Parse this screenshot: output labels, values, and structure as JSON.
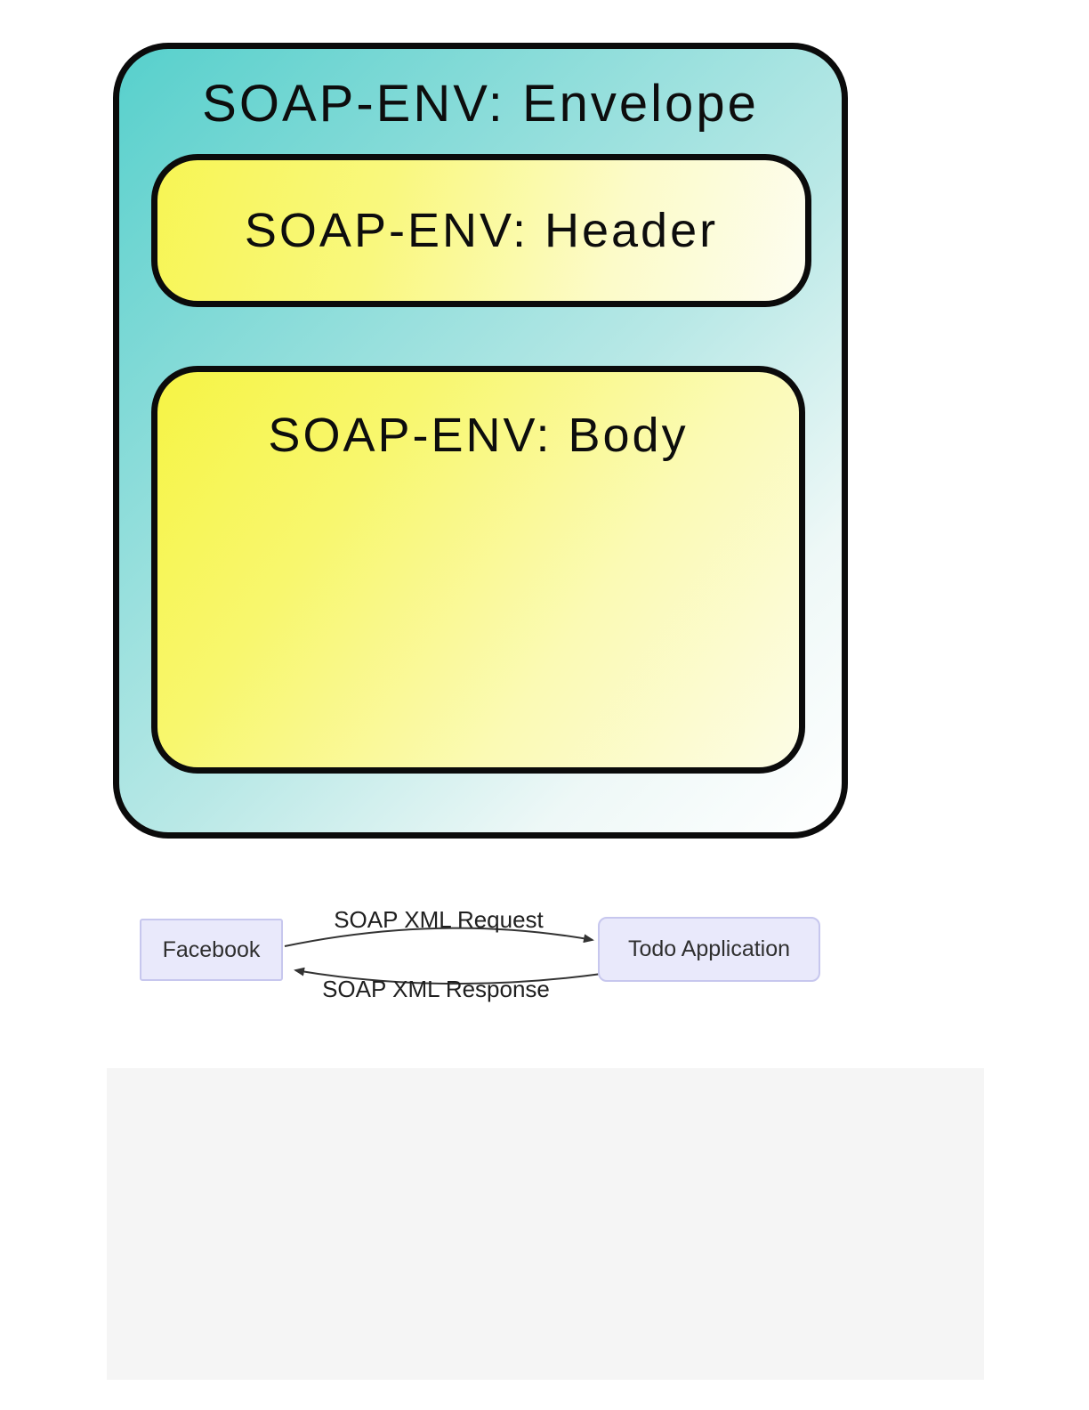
{
  "soap_diagram": {
    "envelope_label": "SOAP-ENV: Envelope",
    "header_label": "SOAP-ENV: Header",
    "body_label": "SOAP-ENV: Body"
  },
  "interaction_diagram": {
    "left_node_label": "Facebook",
    "right_node_label": "Todo Application",
    "request_arrow_label": "SOAP XML Request",
    "response_arrow_label": "SOAP XML Response"
  },
  "colors": {
    "envelope_teal": "#57d0cc",
    "header_yellow": "#f7f554",
    "body_yellow": "#f6f445",
    "diagram_outline": "#0b0b0b",
    "node_fill": "#e9e9fb",
    "node_border": "#c7c7ee",
    "arrow": "#333333",
    "placeholder_gray": "#f5f5f5"
  }
}
